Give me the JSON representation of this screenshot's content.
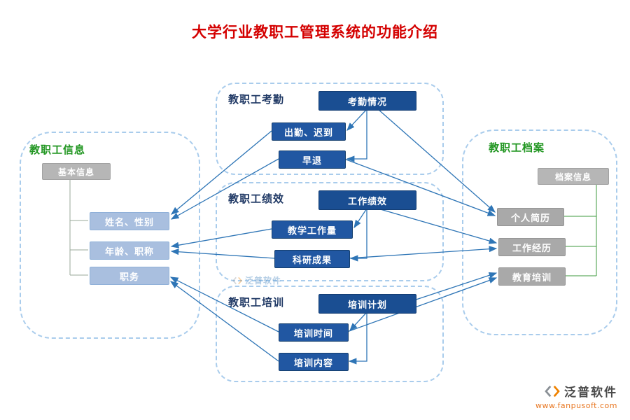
{
  "title": "大学行业教职工管理系统的功能介绍",
  "panels": {
    "info": {
      "title": "教职工信息",
      "root": "基本信息",
      "items": [
        "姓名、性别",
        "年龄、职称",
        "职务"
      ]
    },
    "attendance": {
      "title": "教职工考勤",
      "root": "考勤情况",
      "items": [
        "出勤、迟到",
        "早退"
      ]
    },
    "performance": {
      "title": "教职工绩效",
      "root": "工作绩效",
      "items": [
        "教学工作量",
        "科研成果"
      ]
    },
    "training": {
      "title": "教职工培训",
      "root": "培训计划",
      "items": [
        "培训时间",
        "培训内容"
      ]
    },
    "archive": {
      "title": "教职工档案",
      "root": "档案信息",
      "items": [
        "个人简历",
        "工作经历",
        "教育培训"
      ]
    }
  },
  "edges": [
    {
      "from": "考勤情况",
      "to": "出勤、迟到"
    },
    {
      "from": "考勤情况",
      "to": "早退"
    },
    {
      "from": "出勤、迟到",
      "to": "姓名、性别"
    },
    {
      "from": "早退",
      "to": "姓名、性别"
    },
    {
      "from": "考勤情况",
      "to": "个人简历"
    },
    {
      "from": "早退",
      "to": "个人简历"
    },
    {
      "from": "工作绩效",
      "to": "教学工作量"
    },
    {
      "from": "工作绩效",
      "to": "科研成果"
    },
    {
      "from": "教学工作量",
      "to": "年龄、职称"
    },
    {
      "from": "科研成果",
      "to": "年龄、职称"
    },
    {
      "from": "工作绩效",
      "to": "工作经历"
    },
    {
      "from": "科研成果",
      "to": "工作经历"
    },
    {
      "from": "培训计划",
      "to": "培训时间"
    },
    {
      "from": "培训计划",
      "to": "培训内容"
    },
    {
      "from": "培训时间",
      "to": "职务"
    },
    {
      "from": "培训内容",
      "to": "职务"
    },
    {
      "from": "培训计划",
      "to": "教育培训"
    },
    {
      "from": "培训时间",
      "to": "教育培训"
    }
  ],
  "watermark": {
    "brand": "泛普软件",
    "url": "www.fanpusoft.com"
  },
  "colors": {
    "title": "#d40000",
    "panel_border": "#a9ccec",
    "green_header": "#219621",
    "navy_header": "#1f3864",
    "node_dark": "#1a4e92",
    "node_light": "#a9bfdf",
    "node_gray": "#a9a9a9",
    "arrow": "#2e75b6"
  }
}
